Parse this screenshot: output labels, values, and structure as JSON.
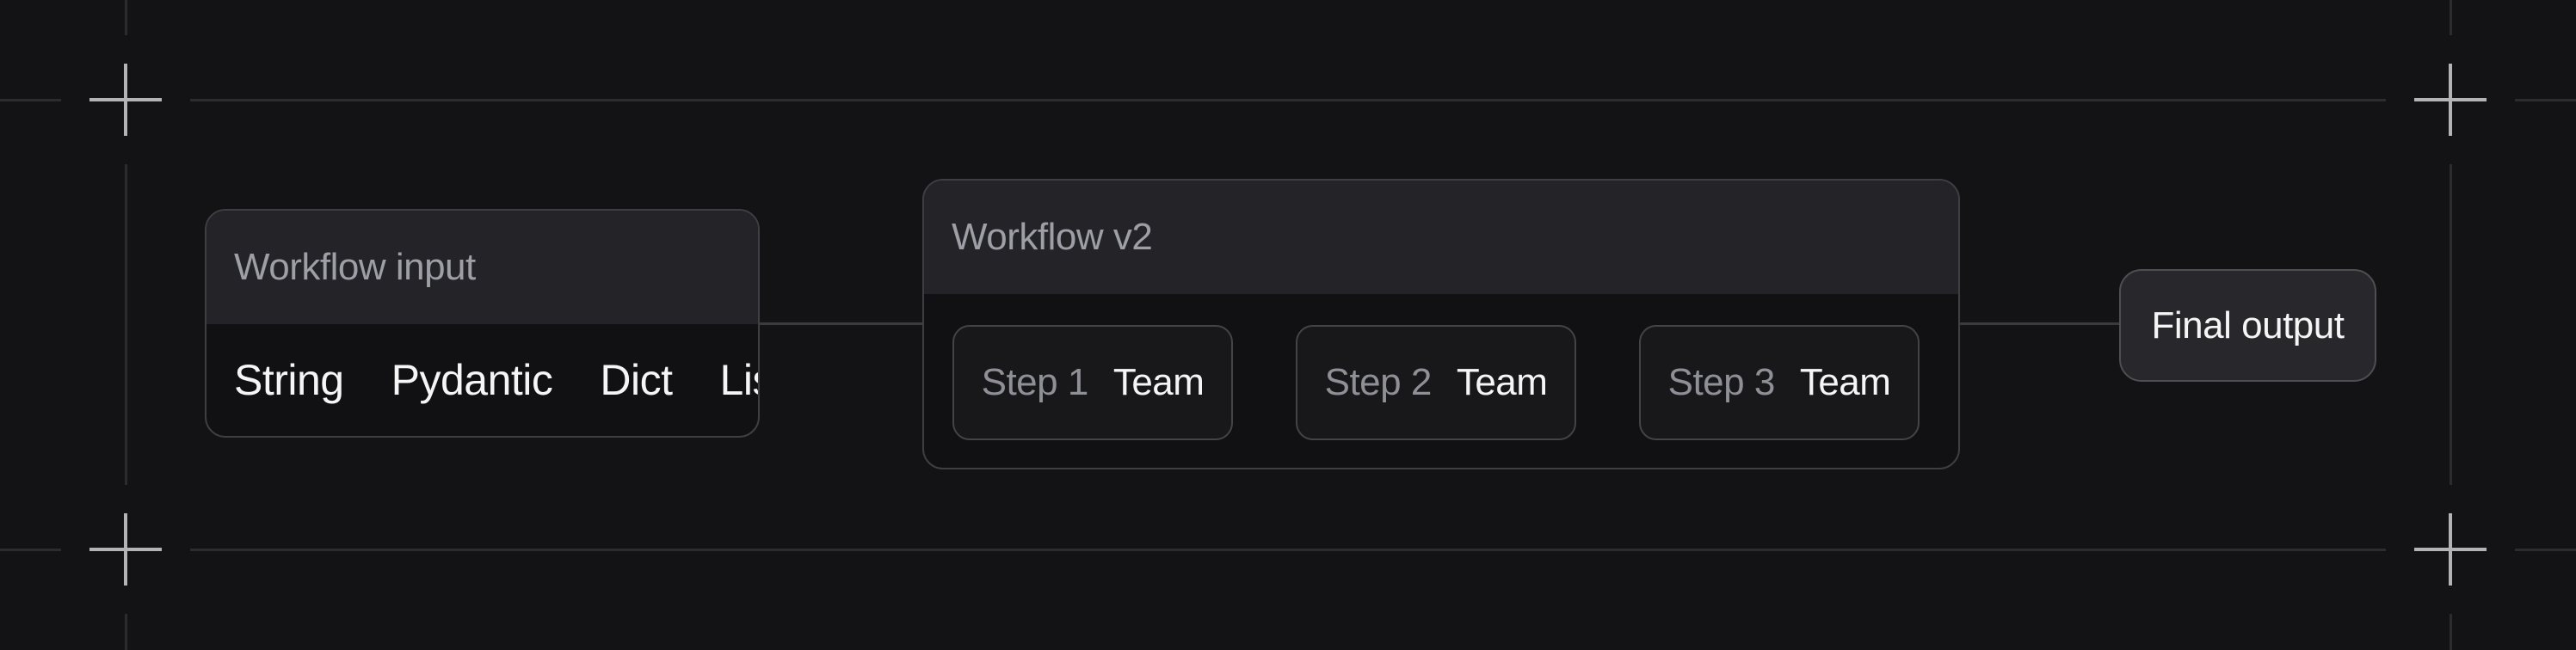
{
  "diagram": {
    "input_node": {
      "title": "Workflow input",
      "items": [
        "String",
        "Pydantic",
        "Dict",
        "List"
      ]
    },
    "workflow_node": {
      "title": "Workflow v2",
      "steps": [
        {
          "label": "Step 1",
          "type": "Team"
        },
        {
          "label": "Step 2",
          "type": "Team"
        },
        {
          "label": "Step 3",
          "type": "Team"
        }
      ]
    },
    "output_node": {
      "label": "Final output"
    }
  },
  "colors": {
    "canvas_bg": "#131315",
    "node_header_bg": "#242428",
    "node_body_bg": "#111113",
    "node_border": "#3e3e44",
    "step_bg": "#18181b",
    "step_border": "#434349",
    "output_bg": "#28282c",
    "output_border": "#4e4e53",
    "title_text": "#9e9ea6",
    "muted_text": "#8f8f97",
    "primary_text": "#f5f5f6",
    "connector": "#3a3a3f",
    "guide_line": "#2c2c30",
    "crosshair": "#b4b4b8"
  }
}
